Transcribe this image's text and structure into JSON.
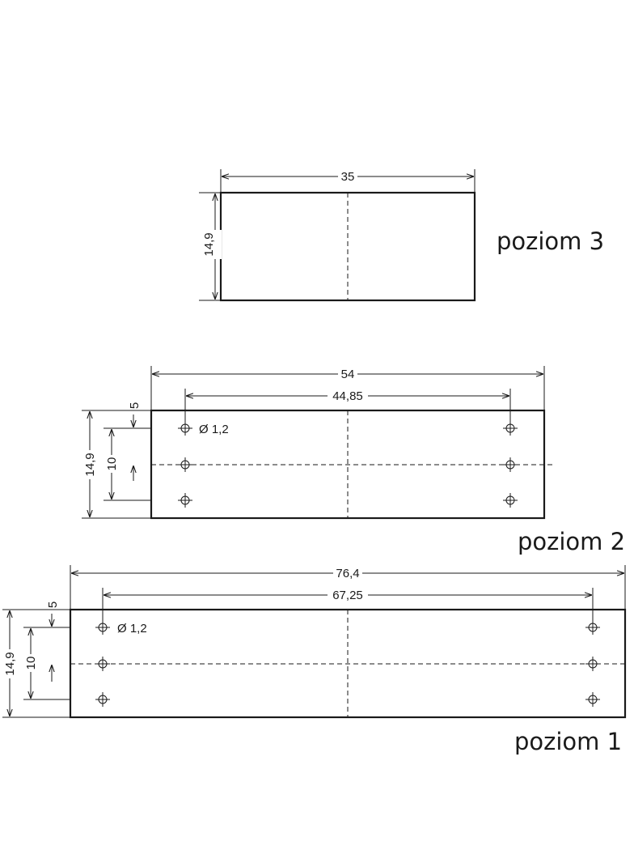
{
  "levels": [
    {
      "name": "poziom 3",
      "width_label": "35",
      "height_label": "14,9"
    },
    {
      "name": "poziom 2",
      "width_label": "54",
      "hole_span_label": "44,85",
      "height_label": "14,9",
      "hole_offset_label": "5",
      "hole_pitch_label": "10",
      "hole_diameter_label": "Ø 1,2"
    },
    {
      "name": "poziom 1",
      "width_label": "76,4",
      "hole_span_label": "67,25",
      "height_label": "14,9",
      "hole_offset_label": "5",
      "hole_pitch_label": "10",
      "hole_diameter_label": "Ø 1,2"
    }
  ]
}
